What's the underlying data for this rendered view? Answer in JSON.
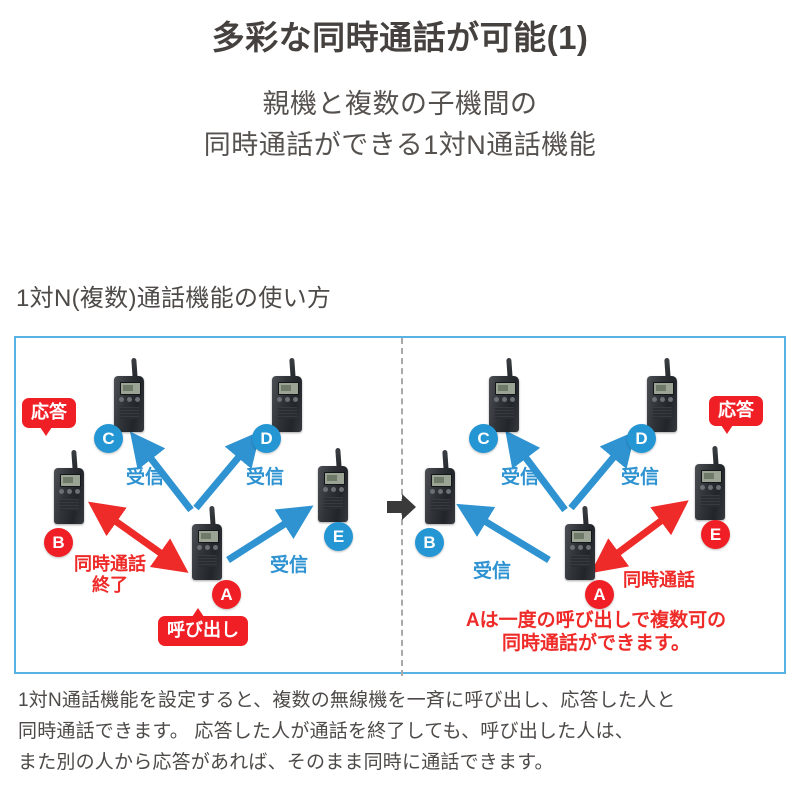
{
  "header": {
    "title": "多彩な同時通話が可能(1)",
    "subtitle_line1": "親機と複数の子機間の",
    "subtitle_line2": "同時通話ができる1対N通話機能"
  },
  "section": {
    "heading": "1対N(複数)通話機能の使い方"
  },
  "colors": {
    "title": "#45413f",
    "body_text": "#4d4a48",
    "box_border": "#58b2e2",
    "blue_badge": "#2596d4",
    "red_badge": "#ef1f25",
    "blue_arrow": "#2f93d2",
    "red_arrow": "#ee2b28",
    "divider": "#a9a9a9",
    "transition_arrow": "#3a3a3a"
  },
  "diagram": {
    "transition_arrow_icon": "right-arrow-icon",
    "divider_style": "dashed",
    "panels": [
      {
        "id": "left",
        "name": "step-1-call-and-respond",
        "devices": [
          {
            "letter": "A",
            "badge_color": "red",
            "role": "caller"
          },
          {
            "letter": "B",
            "badge_color": "red",
            "role": "responder"
          },
          {
            "letter": "C",
            "badge_color": "blue",
            "role": "receiver"
          },
          {
            "letter": "D",
            "badge_color": "blue",
            "role": "receiver"
          },
          {
            "letter": "E",
            "badge_color": "blue",
            "role": "receiver"
          }
        ],
        "callouts": [
          {
            "id": "respond-b",
            "text": "応答",
            "target": "B"
          },
          {
            "id": "call-a",
            "text": "呼び出し",
            "target": "A"
          }
        ],
        "receive_labels": [
          "受信",
          "受信",
          "受信"
        ],
        "red_labels": [
          {
            "id": "simultaneous-end",
            "line1": "同時通話",
            "line2": "終了"
          }
        ],
        "note": null
      },
      {
        "id": "right",
        "name": "step-2-another-responder",
        "devices": [
          {
            "letter": "A",
            "badge_color": "red",
            "role": "caller"
          },
          {
            "letter": "B",
            "badge_color": "blue",
            "role": "receiver"
          },
          {
            "letter": "C",
            "badge_color": "blue",
            "role": "receiver"
          },
          {
            "letter": "D",
            "badge_color": "blue",
            "role": "receiver"
          },
          {
            "letter": "E",
            "badge_color": "red",
            "role": "responder"
          }
        ],
        "callouts": [
          {
            "id": "respond-e",
            "text": "応答",
            "target": "E"
          }
        ],
        "receive_labels": [
          "受信",
          "受信",
          "受信"
        ],
        "red_labels": [
          {
            "id": "simultaneous-talk",
            "line1": "同時通話",
            "line2": ""
          }
        ],
        "note": {
          "line1": "Aは一度の呼び出しで複数可の",
          "line2": "同時通話ができます。"
        }
      }
    ]
  },
  "caption": {
    "line1": "1対N通話機能を設定すると、複数の無線機を一斉に呼び出し、応答した人と",
    "line2": "同時通話できます。 応答した人が通話を終了しても、呼び出した人は、",
    "line3": "また別の人から応答があれば、そのまま同時に通話できます。"
  }
}
